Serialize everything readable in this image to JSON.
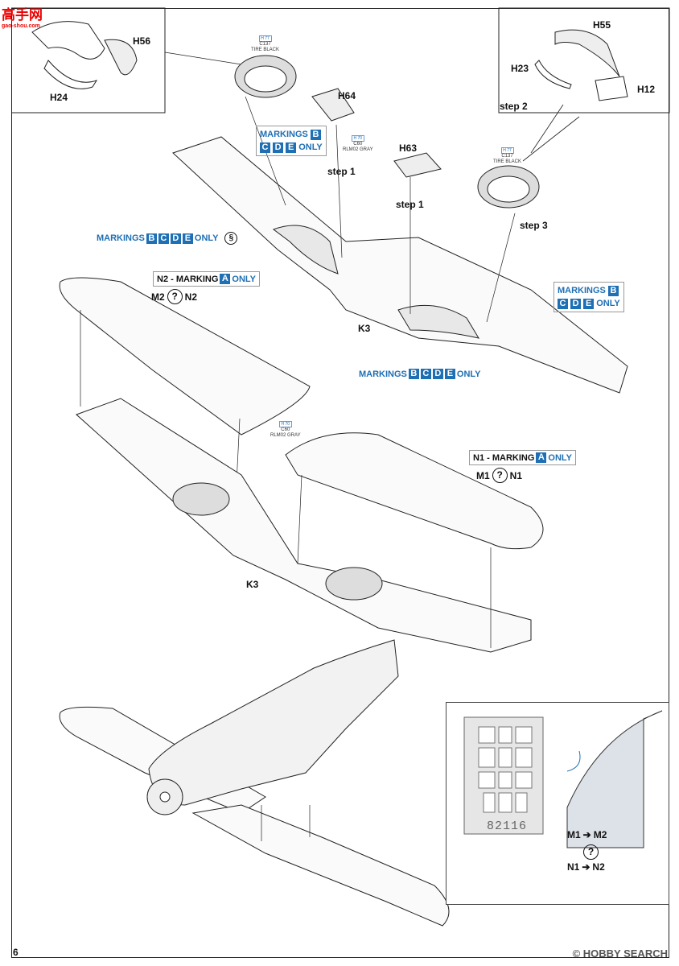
{
  "site_logo": {
    "main": "高手网",
    "sub": "gao-shou.com"
  },
  "page_number": "6",
  "watermark": "© HOBBY SEARCH",
  "parts": {
    "h56": "H56",
    "h24": "H24",
    "h55": "H55",
    "h23": "H23",
    "h12": "H12",
    "h64": "H64",
    "h63": "H63",
    "k3_top": "K3",
    "k3_bottom": "K3"
  },
  "steps": {
    "step1_a": "step 1",
    "step1_b": "step 1",
    "step2": "step 2",
    "step3": "step 3"
  },
  "paint_callouts": {
    "tire_top": {
      "code": "H 77",
      "ref": "C137",
      "name": "TIRE BLACK"
    },
    "rlm02_top": {
      "code": "H 70",
      "ref": "C60",
      "name": "RLM02 GRAY"
    },
    "tire_right": {
      "code": "H 77",
      "ref": "C137",
      "name": "TIRE BLACK"
    },
    "rlm02_mid": {
      "code": "H 70",
      "ref": "C60",
      "name": "RLM02 GRAY"
    }
  },
  "markings": {
    "prefix": "MARKINGS",
    "letters_bcde": [
      "B",
      "C",
      "D",
      "E"
    ],
    "only": "ONLY",
    "letter_a": "A",
    "n2_prefix": "N2 - MARKING",
    "n1_prefix": "N1 - MARKING"
  },
  "options": {
    "m2_n2": {
      "left": "M2",
      "right": "N2",
      "symbol": "?"
    },
    "m1_n1": {
      "left": "M1",
      "right": "N1",
      "symbol": "?"
    },
    "m1_m2": {
      "left": "M1",
      "right": "M2",
      "symbol": "?"
    },
    "n1_n2": {
      "left": "N1",
      "right": "N2"
    }
  },
  "photoetch_number": "82116"
}
